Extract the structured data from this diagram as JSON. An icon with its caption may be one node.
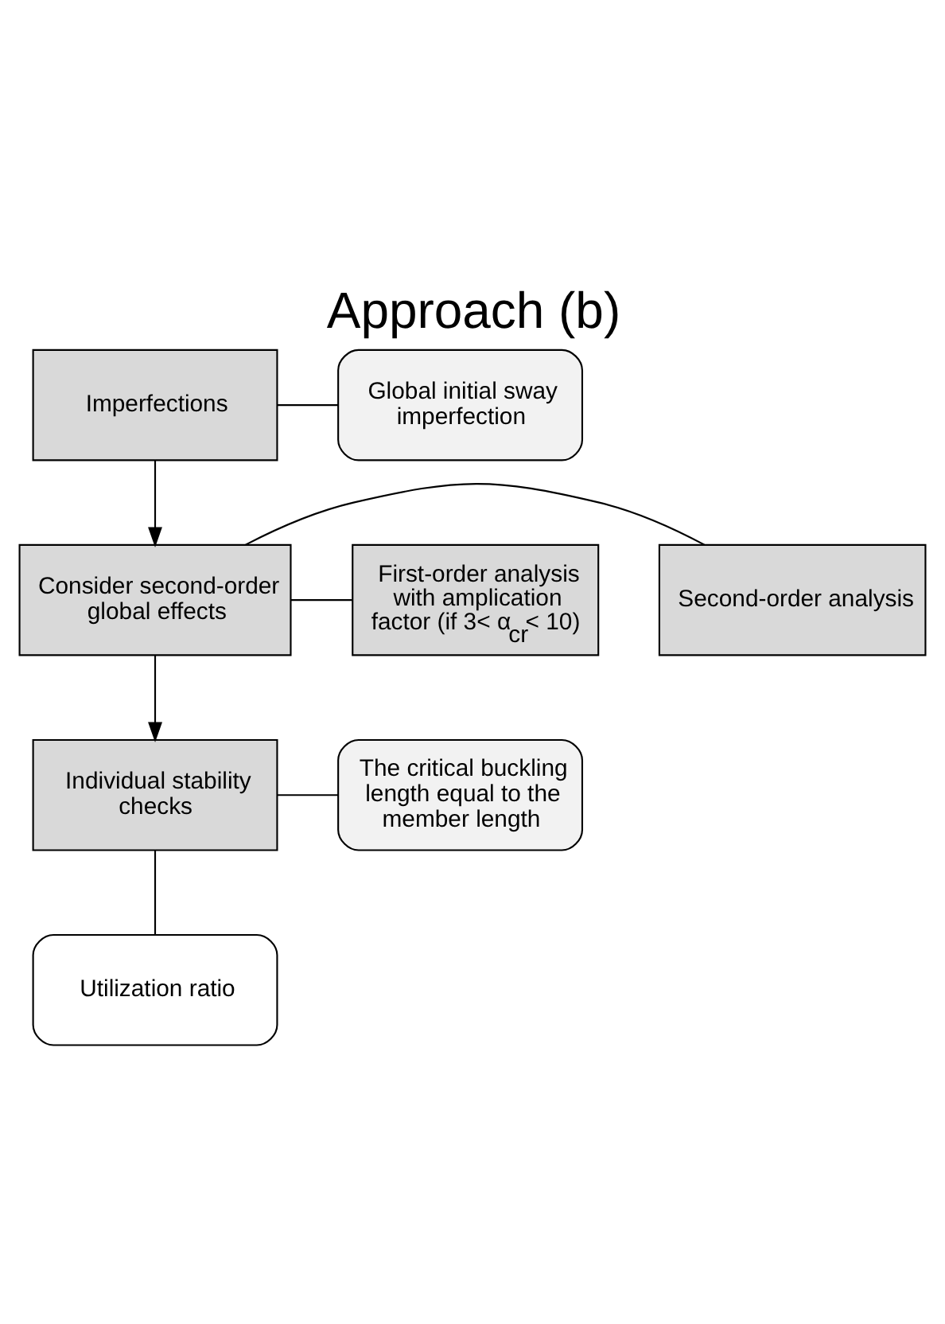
{
  "diagram": {
    "title": "Approach (b)",
    "nodes": [
      {
        "text": [
          "Imperfections"
        ]
      },
      {
        "text": [
          "Global initial sway imperfection"
        ]
      },
      {
        "text": [
          "Consider second-order global effects"
        ]
      },
      {
        "text": [
          "Second-order analysis"
        ]
      },
      {
        "text": [
          "First-order analysis with amplication factor (if 3< α$_{cr}$< 10)"
        ]
      },
      {
        "text": [
          "Individual stability checks"
        ]
      },
      {
        "text": [
          "The critical buckling length equal to the member length"
        ]
      },
      {
        "text": [
          "Utilization ratio"
        ]
      }
    ],
    "edges": [
      {
        "from": 0,
        "to": 1,
        "arrow": "none"
      },
      {
        "from": 0,
        "to": 2,
        "arrow": "to"
      },
      {
        "from": 2,
        "to": 3,
        "arrow": "none"
      },
      {
        "from": 2,
        "to": 4,
        "arrow": "none"
      },
      {
        "from": 2,
        "to": 5,
        "arrow": "to"
      },
      {
        "from": 5,
        "to": 6,
        "arrow": "none"
      },
      {
        "from": 5,
        "to": 7,
        "arrow": "none"
      }
    ]
  }
}
